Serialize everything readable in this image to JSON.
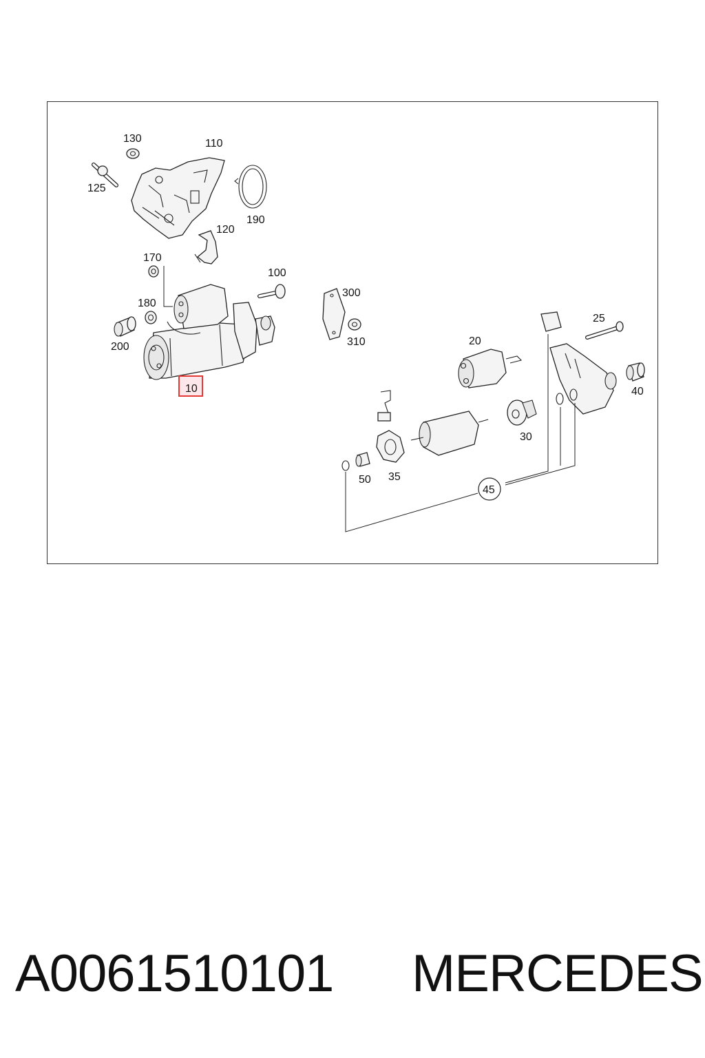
{
  "diagram": {
    "labels": {
      "l130": "130",
      "l110": "110",
      "l125": "125",
      "l190": "190",
      "l120": "120",
      "l170": "170",
      "l100": "100",
      "l300": "300",
      "l180": "180",
      "l310": "310",
      "l200": "200",
      "l10": "10",
      "l25": "25",
      "l20": "20",
      "l40": "40",
      "l30": "30",
      "l50": "50",
      "l35": "35",
      "l45": "45"
    },
    "highlighted_label": "10",
    "highlight_color": "#e53935"
  },
  "footer": {
    "part_number": "A0061510101",
    "brand": "MERCEDES"
  }
}
